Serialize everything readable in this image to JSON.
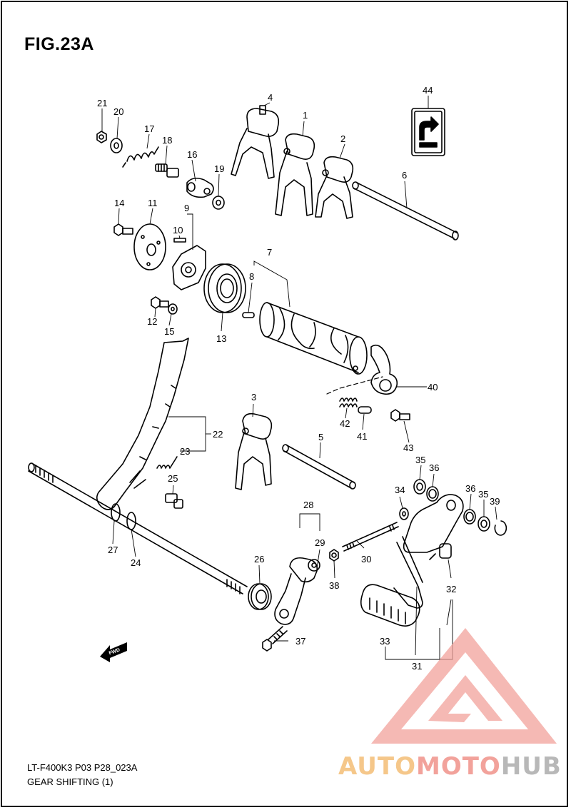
{
  "figure": {
    "title": "FIG.23A",
    "code": "LT-F400K3 P03 P28_023A",
    "caption": "GEAR SHIFTING (1)"
  },
  "callouts": [
    "1",
    "2",
    "3",
    "4",
    "5",
    "6",
    "7",
    "8",
    "9",
    "10",
    "11",
    "12",
    "13",
    "14",
    "15",
    "16",
    "17",
    "18",
    "19",
    "20",
    "21",
    "22",
    "23",
    "24",
    "25",
    "26",
    "27",
    "28",
    "29",
    "30",
    "31",
    "32",
    "33",
    "34",
    "35",
    "35",
    "36",
    "36",
    "37",
    "38",
    "39",
    "40",
    "41",
    "42",
    "43",
    "44"
  ],
  "fwd_label": "FWD",
  "watermark": {
    "part1": "AUTO",
    "part2": "MOTO",
    "part3": "HUB",
    "color_orange": "#f5c78a",
    "color_red": "#f2a29b",
    "color_grey": "#b8b8b8"
  }
}
